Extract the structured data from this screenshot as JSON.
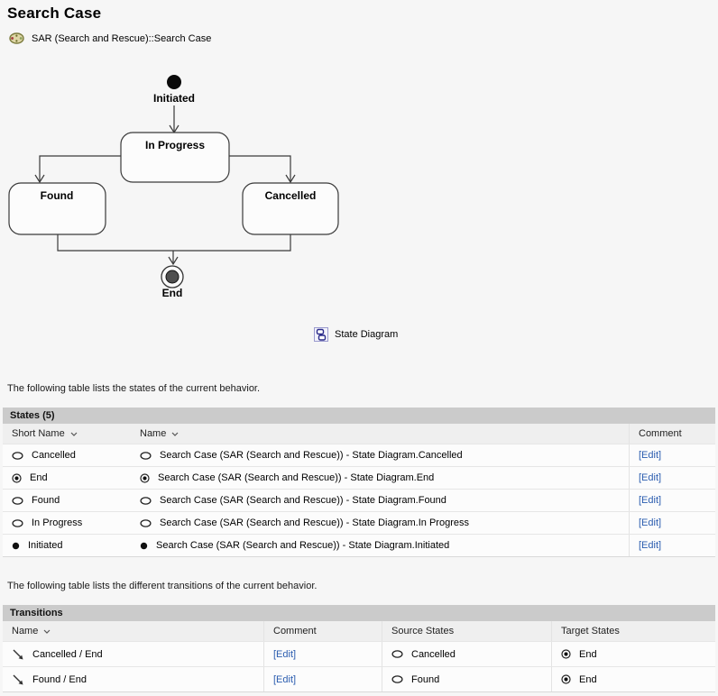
{
  "page": {
    "title": "Search Case",
    "context": "SAR (Search and Rescue)::Search Case",
    "states_intro": "The following table lists the states of the current behavior.",
    "transitions_intro": "The following table lists the different transitions of the current behavior."
  },
  "diagram": {
    "caption": "State Diagram",
    "nodes": {
      "initial": "Initiated",
      "in_progress": "In Progress",
      "found": "Found",
      "cancelled": "Cancelled",
      "end": "End"
    }
  },
  "states_table": {
    "title": "States (5)",
    "columns": {
      "short_name": "Short Name",
      "name": "Name",
      "comment": "Comment"
    },
    "rows": [
      {
        "icon": "state-icon",
        "short_name": "Cancelled",
        "name": "Search Case (SAR (Search and Rescue)) - State Diagram.Cancelled"
      },
      {
        "icon": "final-state-icon",
        "short_name": "End",
        "name": "Search Case (SAR (Search and Rescue)) - State Diagram.End"
      },
      {
        "icon": "state-icon",
        "short_name": "Found",
        "name": "Search Case (SAR (Search and Rescue)) - State Diagram.Found"
      },
      {
        "icon": "state-icon",
        "short_name": "In Progress",
        "name": "Search Case (SAR (Search and Rescue)) - State Diagram.In Progress"
      },
      {
        "icon": "initial-state-icon",
        "short_name": "Initiated",
        "name": "Search Case (SAR (Search and Rescue)) - State Diagram.Initiated"
      }
    ]
  },
  "transitions_table": {
    "title": "Transitions",
    "columns": {
      "name": "Name",
      "comment": "Comment",
      "source": "Source States",
      "target": "Target States"
    },
    "rows": [
      {
        "icon": "transition-icon",
        "name": "Cancelled / End",
        "source": "Cancelled",
        "source_icon": "state-icon",
        "target": "End",
        "target_icon": "final-state-icon"
      },
      {
        "icon": "transition-icon",
        "name": "Found / End",
        "source": "Found",
        "source_icon": "state-icon",
        "target": "End",
        "target_icon": "final-state-icon"
      }
    ]
  },
  "ui": {
    "edit_label": "[Edit]",
    "colors": {
      "link": "#2a5caf",
      "table_bar_bg": "#cbcbcb",
      "column_header_bg": "#efefef",
      "row_bg": "#fcfcfc",
      "page_bg": "#f6f6f6",
      "final_state_fill": "#4f4f4f"
    }
  }
}
